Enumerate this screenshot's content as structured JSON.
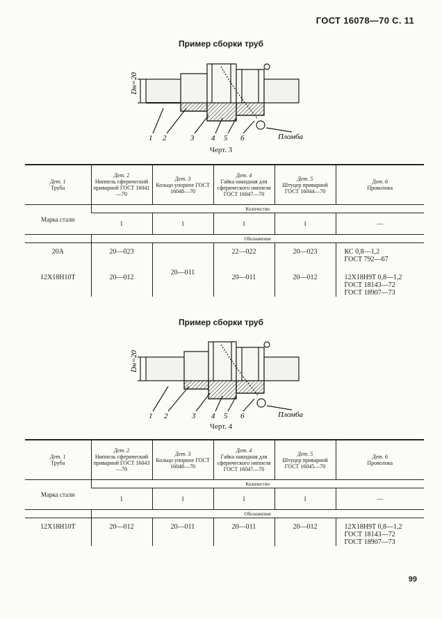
{
  "header": "ГОСТ 16078—70 С. 11",
  "page_number": "99",
  "sections": [
    {
      "title": "Пример сборки труб",
      "caption": "Черт. 3",
      "dim_label": "Dн=20",
      "part_numbers": [
        "1",
        "2",
        "3",
        "4",
        "5",
        "6"
      ],
      "seal_label": "Пломба",
      "table": {
        "headers": [
          {
            "det": "Дет. 1",
            "name": "Труба"
          },
          {
            "det": "Дет. 2",
            "name": "Ниппель сферический приварной ГОСТ 16041—70"
          },
          {
            "det": "Дет. 3",
            "name": "Кольцо упорное ГОСТ 16048—70"
          },
          {
            "det": "Дет. 4",
            "name": "Гайка накидная для сферического ниппеля ГОСТ 16047—70"
          },
          {
            "det": "Дет. 5",
            "name": "Штуцер приварной ГОСТ 16044—70"
          },
          {
            "det": "Дет. 6",
            "name": "Проволока"
          }
        ],
        "quantity_label": "Количество",
        "steel_label": "Марка стали",
        "quantities": [
          "1",
          "1",
          "1",
          "1",
          "—"
        ],
        "designation_label": "Обозначение",
        "rows": [
          {
            "steel": "20А",
            "det2": "20—023",
            "det3": "20—011",
            "det4": "22—022",
            "det5": "20—023",
            "det6": [
              "КС 0,8—1,2",
              "ГОСТ 792—67"
            ]
          },
          {
            "steel": "12Х18Н10Т",
            "det2": "20—012",
            "det3": "",
            "det4": "20—011",
            "det5": "20—012",
            "det6": [
              "12Х18Н9Т 0,8—1,2",
              "ГОСТ 18143—72",
              "ГОСТ 18907—73"
            ]
          }
        ]
      }
    },
    {
      "title": "Пример сборки труб",
      "caption": "Черт. 4",
      "dim_label": "Dн=20",
      "part_numbers": [
        "1",
        "2",
        "3",
        "4",
        "5",
        "6"
      ],
      "seal_label": "Пломба",
      "table": {
        "headers": [
          {
            "det": "Дет. 1",
            "name": "Труба"
          },
          {
            "det": "Дет. 2",
            "name": "Ниппель сферический приварной ГОСТ 16043—70"
          },
          {
            "det": "Дет. 3",
            "name": "Кольцо упорное ГОСТ 16048—70"
          },
          {
            "det": "Дет. 4",
            "name": "Гайка накидная для сферического ниппеля ГОСТ 16047—70"
          },
          {
            "det": "Дет. 5",
            "name": "Штуцер приварной ГОСТ 16045—70"
          },
          {
            "det": "Дет. 6",
            "name": "Проволока"
          }
        ],
        "quantity_label": "Количество",
        "steel_label": "Марка стали",
        "quantities": [
          "1",
          "1",
          "1",
          "1",
          "—"
        ],
        "designation_label": "Обозначение",
        "rows": [
          {
            "steel": "12Х18Н10Т",
            "det2": "20—012",
            "det3": "20—011",
            "det4": "20—011",
            "det5": "20—012",
            "det6": [
              "12Х18Н9Т 0,8—1,2",
              "ГОСТ 18143—72",
              "ГОСТ 18907—73"
            ]
          }
        ]
      }
    }
  ]
}
